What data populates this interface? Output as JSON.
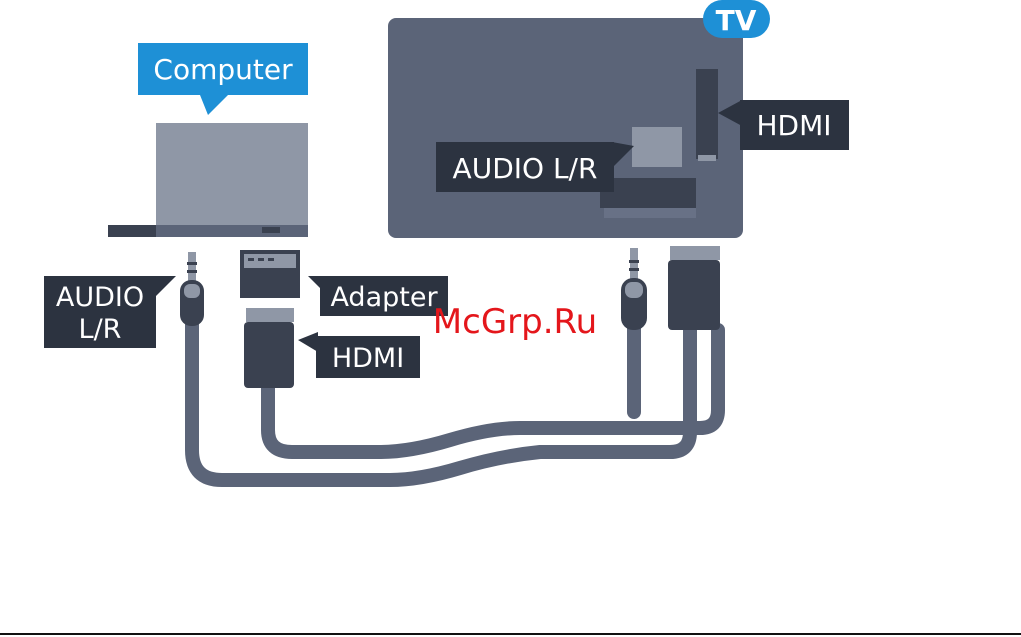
{
  "labels": {
    "tv": "TV",
    "computer": "Computer",
    "tv_hdmi": "HDMI",
    "tv_audio": "AUDIO L/R",
    "pc_audio_line1": "AUDIO",
    "pc_audio_line2": "L/R",
    "adapter": "Adapter",
    "pc_hdmi": "HDMI"
  },
  "watermark": "McGrp.Ru",
  "colors": {
    "device_gray": "#5b6478",
    "device_gray_dark": "#4b5366",
    "port_gray": "#687186",
    "panel_light": "#8f97a6",
    "panel_dark": "#3a4150",
    "label_dark": "#2c3340",
    "accent_blue": "#1e90d6",
    "watermark_red": "#e4161b",
    "footer_line": "#111111"
  }
}
